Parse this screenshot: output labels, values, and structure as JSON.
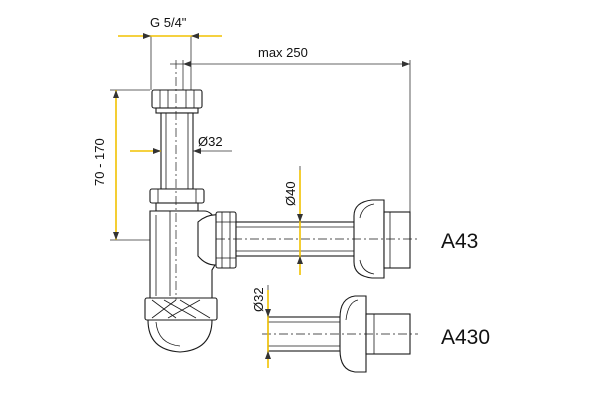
{
  "dimensions": {
    "thread": "G 5/4\"",
    "max_length": "max 250",
    "height_range": "70 - 170",
    "tube_diameter_upper": "Ø32",
    "outlet_diameter": "Ø40",
    "tube_diameter_lower": "Ø32"
  },
  "models": {
    "upper": "A43",
    "lower": "A430"
  },
  "colors": {
    "dimension_accent": "#f2c200",
    "outline": "#1a1a1a"
  }
}
